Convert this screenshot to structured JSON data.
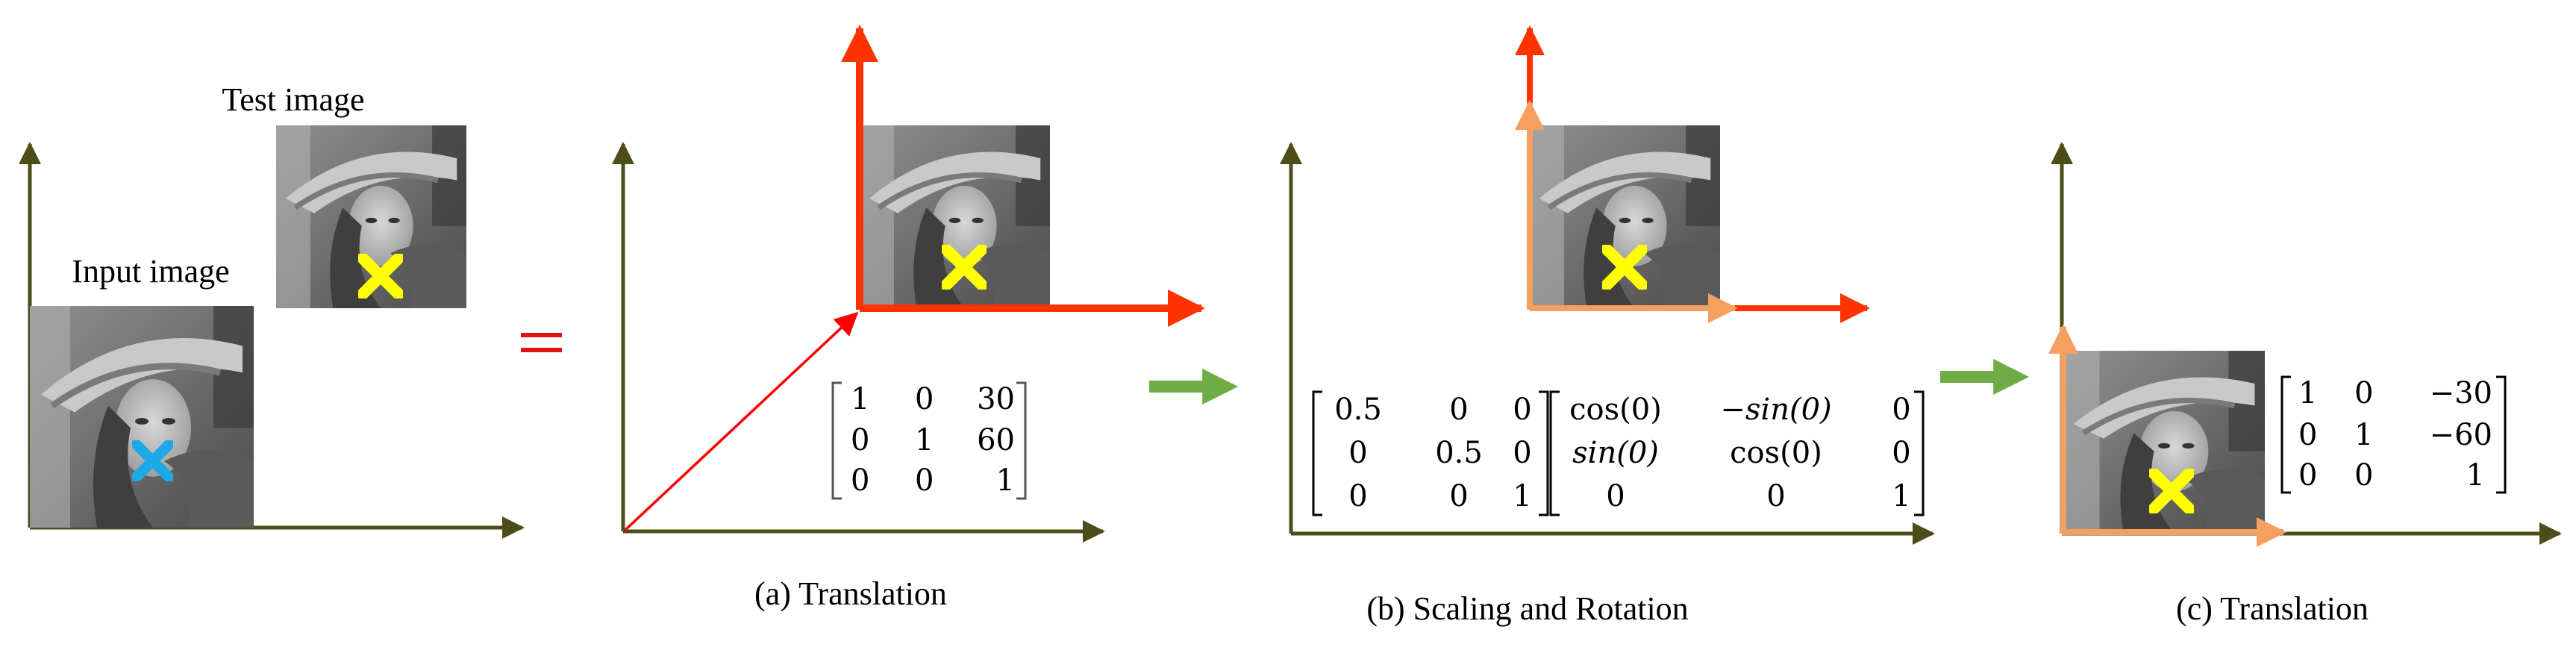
{
  "labels": {
    "test_image": "Test image",
    "input_image": "Input image",
    "equals": "="
  },
  "captions": {
    "a": "(a) Translation",
    "b": "(b) Scaling and Rotation",
    "c": "(c) Translation"
  },
  "matrix_a": {
    "r0": [
      "1",
      "0",
      "30"
    ],
    "r1": [
      "0",
      "1",
      "60"
    ],
    "r2": [
      "0",
      "0",
      "1"
    ]
  },
  "matrix_b_scale": {
    "r0": [
      "0.5",
      "0",
      "0"
    ],
    "r1": [
      "0",
      "0.5",
      "0"
    ],
    "r2": [
      "0",
      "0",
      "1"
    ]
  },
  "matrix_b_rot": {
    "r0c0": "cos(0)",
    "r0c1": "−sin(0)",
    "r0c2": "0",
    "r1c0": "sin(0)",
    "r1c1": "cos(0)",
    "r1c2": "0",
    "r2c0": "0",
    "r2c1": "0",
    "r2c2": "1"
  },
  "matrix_c": {
    "r0": [
      "1",
      "0",
      "−30"
    ],
    "r1": [
      "0",
      "1",
      "−60"
    ],
    "r2": [
      "0",
      "0",
      "1"
    ]
  },
  "colors": {
    "axis": "#4d4d1a",
    "red_frame": "#ff3300",
    "orange_frame": "#f5a060",
    "green_arrow": "#6fac46",
    "yellow_marker": "#ffff00",
    "blue_marker": "#1fa8e8",
    "equals_red": "#e31010"
  },
  "icons": {
    "image": "grayscale-portrait-image",
    "marker": "x-cross-marker"
  }
}
